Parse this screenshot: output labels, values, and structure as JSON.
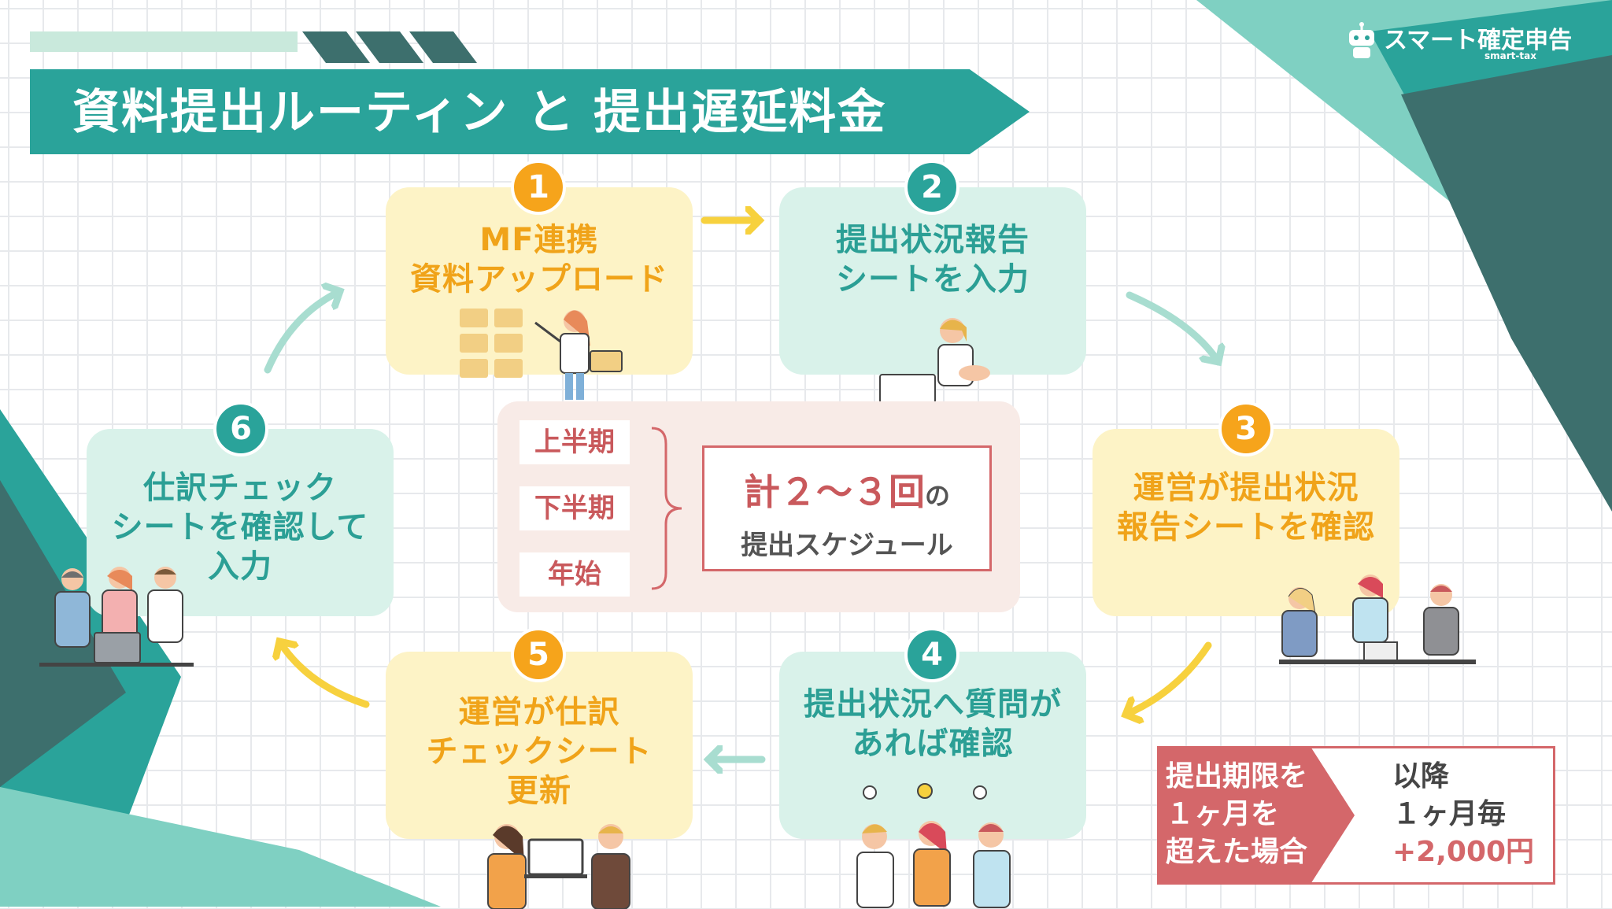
{
  "title": "資料提出ルーティン と 提出遅延料金",
  "logo": {
    "name": "スマート確定申告",
    "sub": "smart-tax",
    "icon": "robot-icon"
  },
  "steps": [
    {
      "number": "1",
      "lines": [
        "MF連携",
        "資料アップロード"
      ]
    },
    {
      "number": "2",
      "lines": [
        "提出状況報告",
        "シートを入力"
      ]
    },
    {
      "number": "3",
      "lines": [
        "運営が提出状況",
        "報告シートを確認"
      ]
    },
    {
      "number": "4",
      "lines": [
        "提出状況へ質問が",
        "あれば確認"
      ]
    },
    {
      "number": "5",
      "lines": [
        "運営が仕訳",
        "チェックシート",
        "更新"
      ]
    },
    {
      "number": "6",
      "lines": [
        "仕訳チェック",
        "シートを確認して",
        "入力"
      ]
    }
  ],
  "schedule": {
    "periods": [
      "上半期",
      "下半期",
      "年始"
    ],
    "total_main": "計２～３回",
    "total_suffix": "の",
    "total_sub": "提出スケジュール"
  },
  "fee": {
    "condition_lines": [
      "提出期限を",
      "１ヶ月を",
      "超えた場合"
    ],
    "result_lines": [
      "以降",
      "１ヶ月毎"
    ],
    "amount": "+2,000円"
  },
  "colors": {
    "teal": "#2aa39a",
    "dark_teal": "#3d6f6d",
    "orange": "#f6a41b",
    "yellow_card": "#fdf3c6",
    "mint_card": "#d9f2ea",
    "red": "#d4676a"
  }
}
